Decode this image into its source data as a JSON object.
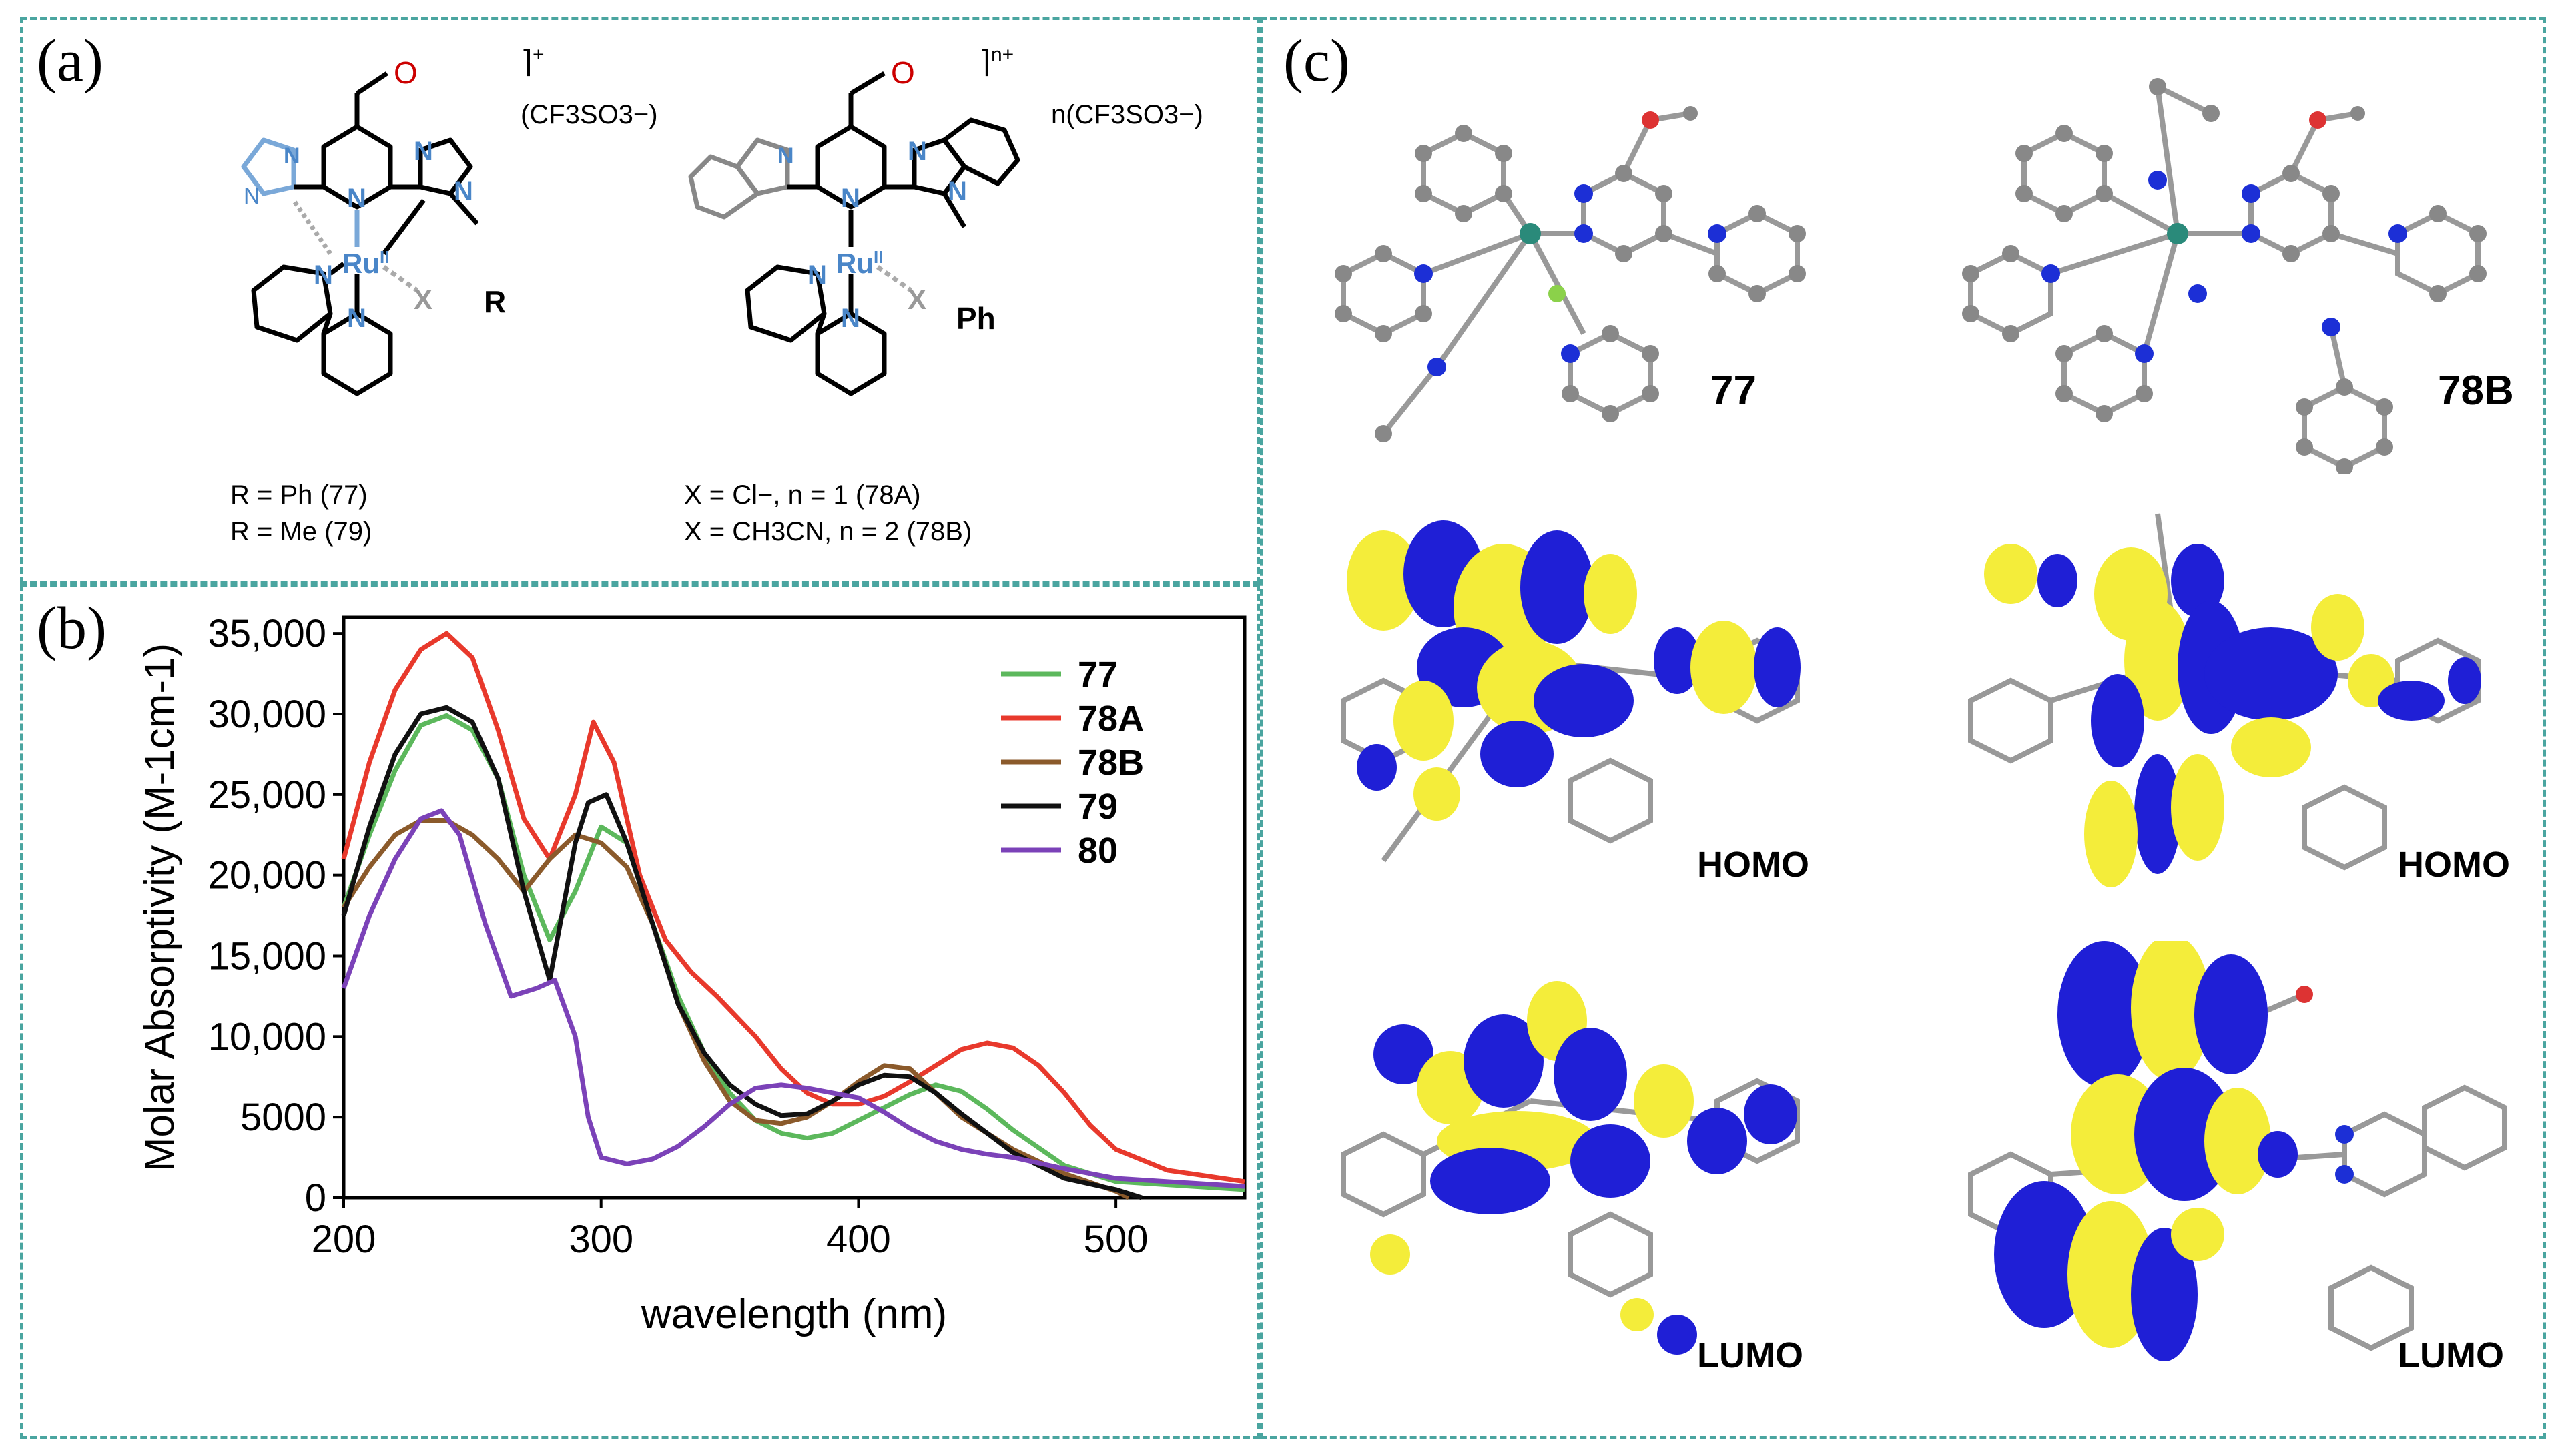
{
  "panels": {
    "a": {
      "label": "(a)",
      "left": {
        "charge": "+",
        "counterion": "(CF3SO3−)",
        "ru": "Ru",
        "ru_ox": "II",
        "x": "X",
        "r": "R",
        "caption1": "R = Ph (77)",
        "caption2": "R = Me (79)"
      },
      "right": {
        "charge": "n+",
        "counterion": "n(CF3SO3−)",
        "ru": "Ru",
        "ru_ox": "II",
        "x": "X",
        "ph": "Ph",
        "caption1": "X = Cl−, n = 1 (78A)",
        "caption2": "X = CH3CN, n = 2 (78B)"
      }
    },
    "b": {
      "label": "(b)"
    },
    "c": {
      "label": "(c)",
      "columns": [
        {
          "compound": "77",
          "homo": "HOMO",
          "lumo": "LUMO"
        },
        {
          "compound": "78B",
          "homo": "HOMO",
          "lumo": "LUMO"
        }
      ]
    }
  },
  "chart_data": {
    "type": "line",
    "xlabel": "wavelength (nm)",
    "ylabel": "Molar Absorptivity (M-1cm-1)",
    "xlim": [
      200,
      550
    ],
    "ylim": [
      0,
      36000
    ],
    "xticks": [
      200,
      300,
      400,
      500
    ],
    "yticks": [
      0,
      5000,
      10000,
      15000,
      20000,
      25000,
      30000,
      35000
    ],
    "ytick_labels": [
      "0",
      "5000",
      "10,000",
      "15,000",
      "20,000",
      "25,000",
      "30,000",
      "35,000"
    ],
    "legend_position": "top-right",
    "series": [
      {
        "name": "77",
        "color": "#5cb85c",
        "points": [
          [
            200,
            18000
          ],
          [
            210,
            22500
          ],
          [
            220,
            26500
          ],
          [
            230,
            29300
          ],
          [
            240,
            29900
          ],
          [
            250,
            29000
          ],
          [
            260,
            26000
          ],
          [
            270,
            20000
          ],
          [
            280,
            16000
          ],
          [
            290,
            19000
          ],
          [
            300,
            23000
          ],
          [
            310,
            22000
          ],
          [
            320,
            17000
          ],
          [
            330,
            12500
          ],
          [
            340,
            9000
          ],
          [
            350,
            6500
          ],
          [
            360,
            4800
          ],
          [
            370,
            4000
          ],
          [
            380,
            3700
          ],
          [
            390,
            4000
          ],
          [
            400,
            4800
          ],
          [
            410,
            5600
          ],
          [
            420,
            6400
          ],
          [
            430,
            7000
          ],
          [
            440,
            6600
          ],
          [
            450,
            5500
          ],
          [
            460,
            4200
          ],
          [
            480,
            2000
          ],
          [
            500,
            1000
          ],
          [
            550,
            500
          ]
        ]
      },
      {
        "name": "78A",
        "color": "#e8392c",
        "points": [
          [
            200,
            21000
          ],
          [
            210,
            27000
          ],
          [
            220,
            31500
          ],
          [
            230,
            34000
          ],
          [
            240,
            35000
          ],
          [
            250,
            33500
          ],
          [
            260,
            29000
          ],
          [
            270,
            23500
          ],
          [
            280,
            21000
          ],
          [
            290,
            25000
          ],
          [
            297,
            29500
          ],
          [
            305,
            27000
          ],
          [
            315,
            20000
          ],
          [
            325,
            16000
          ],
          [
            335,
            14000
          ],
          [
            345,
            12500
          ],
          [
            360,
            10000
          ],
          [
            370,
            8000
          ],
          [
            380,
            6500
          ],
          [
            390,
            5800
          ],
          [
            400,
            5800
          ],
          [
            410,
            6300
          ],
          [
            420,
            7200
          ],
          [
            430,
            8200
          ],
          [
            440,
            9200
          ],
          [
            450,
            9600
          ],
          [
            460,
            9300
          ],
          [
            470,
            8200
          ],
          [
            480,
            6500
          ],
          [
            490,
            4500
          ],
          [
            500,
            3000
          ],
          [
            520,
            1700
          ],
          [
            550,
            1000
          ]
        ]
      },
      {
        "name": "78B",
        "color": "#8b5a2b",
        "points": [
          [
            200,
            18000
          ],
          [
            210,
            20500
          ],
          [
            220,
            22500
          ],
          [
            230,
            23400
          ],
          [
            240,
            23400
          ],
          [
            250,
            22500
          ],
          [
            260,
            21000
          ],
          [
            270,
            19000
          ],
          [
            280,
            21000
          ],
          [
            290,
            22500
          ],
          [
            300,
            22000
          ],
          [
            310,
            20500
          ],
          [
            320,
            17000
          ],
          [
            330,
            12000
          ],
          [
            340,
            8500
          ],
          [
            350,
            6000
          ],
          [
            360,
            4800
          ],
          [
            370,
            4600
          ],
          [
            380,
            5000
          ],
          [
            390,
            6000
          ],
          [
            400,
            7200
          ],
          [
            410,
            8200
          ],
          [
            420,
            8000
          ],
          [
            430,
            6500
          ],
          [
            440,
            5000
          ],
          [
            450,
            4000
          ],
          [
            460,
            3000
          ],
          [
            480,
            1500
          ],
          [
            500,
            400
          ],
          [
            505,
            0
          ]
        ]
      },
      {
        "name": "79",
        "color": "#111111",
        "points": [
          [
            200,
            17500
          ],
          [
            210,
            23000
          ],
          [
            220,
            27500
          ],
          [
            230,
            30000
          ],
          [
            240,
            30400
          ],
          [
            250,
            29500
          ],
          [
            260,
            26000
          ],
          [
            270,
            19000
          ],
          [
            280,
            13500
          ],
          [
            290,
            22000
          ],
          [
            295,
            24500
          ],
          [
            302,
            25000
          ],
          [
            310,
            22000
          ],
          [
            320,
            17000
          ],
          [
            330,
            12000
          ],
          [
            340,
            9000
          ],
          [
            350,
            7000
          ],
          [
            360,
            5800
          ],
          [
            370,
            5100
          ],
          [
            380,
            5200
          ],
          [
            390,
            6000
          ],
          [
            400,
            7000
          ],
          [
            410,
            7600
          ],
          [
            420,
            7500
          ],
          [
            430,
            6500
          ],
          [
            440,
            5200
          ],
          [
            450,
            4000
          ],
          [
            460,
            2800
          ],
          [
            480,
            1200
          ],
          [
            500,
            500
          ],
          [
            510,
            0
          ]
        ]
      },
      {
        "name": "80",
        "color": "#7b42b8",
        "points": [
          [
            200,
            13000
          ],
          [
            210,
            17500
          ],
          [
            220,
            21000
          ],
          [
            230,
            23500
          ],
          [
            238,
            24000
          ],
          [
            245,
            22500
          ],
          [
            255,
            17000
          ],
          [
            265,
            12500
          ],
          [
            275,
            13000
          ],
          [
            282,
            13500
          ],
          [
            290,
            10000
          ],
          [
            295,
            5000
          ],
          [
            300,
            2500
          ],
          [
            310,
            2100
          ],
          [
            320,
            2400
          ],
          [
            330,
            3200
          ],
          [
            340,
            4400
          ],
          [
            350,
            5800
          ],
          [
            360,
            6800
          ],
          [
            370,
            7000
          ],
          [
            380,
            6800
          ],
          [
            390,
            6500
          ],
          [
            400,
            6200
          ],
          [
            410,
            5300
          ],
          [
            420,
            4300
          ],
          [
            430,
            3500
          ],
          [
            440,
            3000
          ],
          [
            450,
            2700
          ],
          [
            460,
            2500
          ],
          [
            480,
            1800
          ],
          [
            500,
            1200
          ],
          [
            550,
            700
          ]
        ]
      }
    ]
  }
}
